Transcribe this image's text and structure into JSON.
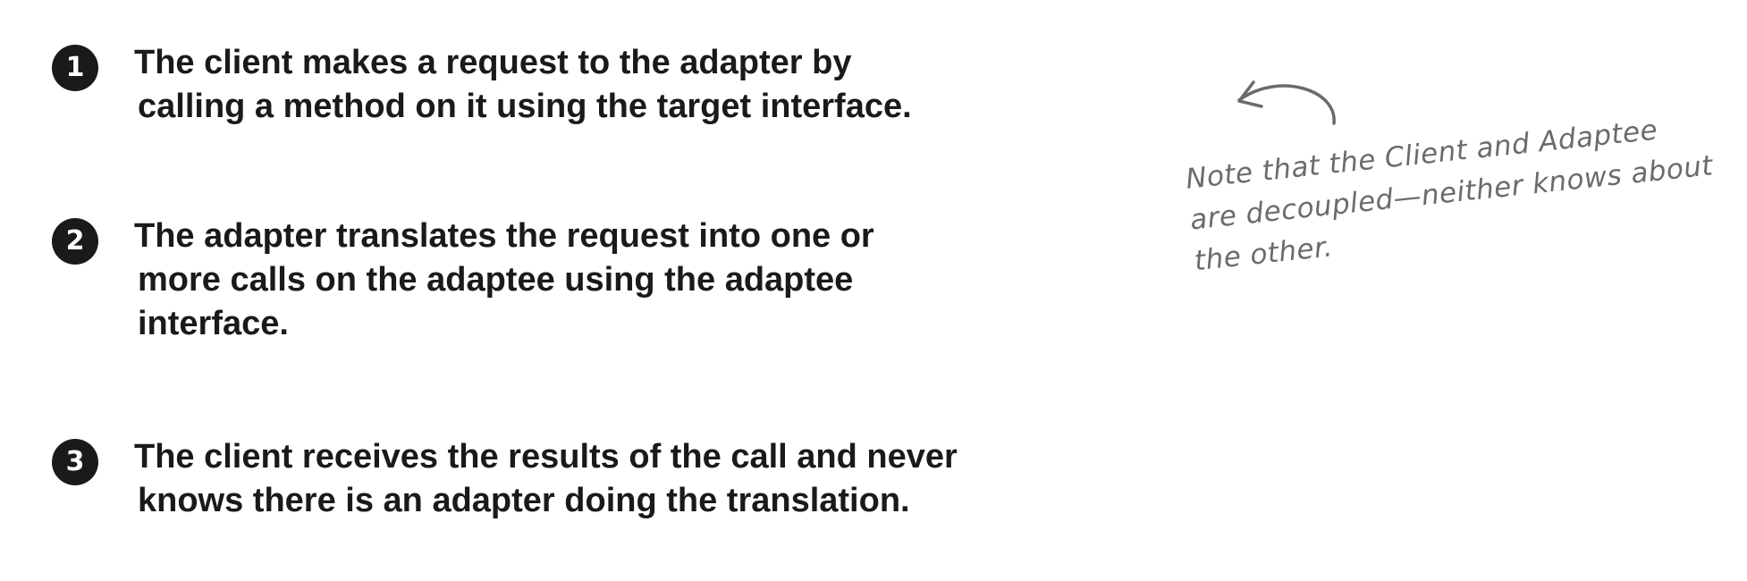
{
  "steps": [
    {
      "number": "1",
      "lines": [
        "The client makes a request to the adapter by",
        "calling a method on it using the target interface."
      ]
    },
    {
      "number": "2",
      "lines": [
        "The adapter translates the request into one or",
        "more calls on the adaptee using the adaptee",
        "interface."
      ]
    },
    {
      "number": "3",
      "lines": [
        "The client receives the results of the call and never",
        "knows there is an adapter doing the translation."
      ]
    }
  ],
  "annotation": {
    "lines": [
      "Note that the Client and Adaptee",
      "are decoupled—neither knows about",
      "the other."
    ],
    "color": "#6b6b6b",
    "arrow_icon": "curved-arrow-left"
  }
}
